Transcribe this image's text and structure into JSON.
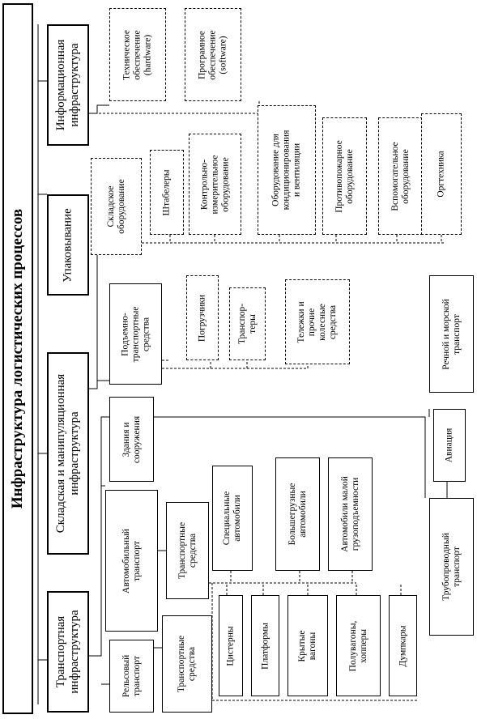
{
  "title": "Инфраструктура логистических процессов",
  "nodes": {
    "transport": "Транспортная\nинфраструктура",
    "warehouse": "Складская и манипуляционная\nинфраструктура",
    "packaging": "Упаковывание",
    "info": "Информационная\nинфраструктура",
    "rail": "Рельсовый\nтранспорт",
    "rail_vehicles": "Транспортные\nсредства",
    "cisterns": "Цистерны",
    "platforms": "Платформы",
    "covered": "Крытые\nвагоны",
    "gondolas": "Полувагоны,\nхопперы",
    "dumpcars": "Думпкары",
    "auto": "Автомобильный\nтранспорт",
    "auto_vehicles": "Транспортные\nсредства",
    "special": "Специальные\nавтомобили",
    "heavy": "Большегрузные\nавтомобили",
    "light": "Автомобили малой\nгрузоподъемности",
    "pipeline": "Трубопроводный\nтранспорт",
    "aviation": "Авиация",
    "river": "Речной и морской\nтранспорт",
    "buildings": "Здания и\nсооружения",
    "lifting": "Подъемно-\nтранспортные\nсредства",
    "loaders": "Погрузчики",
    "conveyors": "Транспор-\nтеры",
    "carts": "Тележки и\nпрочие\nколесные\nсредства",
    "warehouse_eq": "Складское\nоборудование",
    "stackers": "Штабелеры",
    "control": "Контрольно-\nизмерительное\nоборудование",
    "hvac": "Оборудование для\nкондиционирования\nи вентиляции",
    "fire": "Противопожарное\nоборудование",
    "aux": "Вспомогательное\nоборудование",
    "office": "Оргтехника",
    "hardware": "Техническое\nобеспечение\n(hardware)",
    "software": "Програмное\nобеспечение\n(software)"
  }
}
